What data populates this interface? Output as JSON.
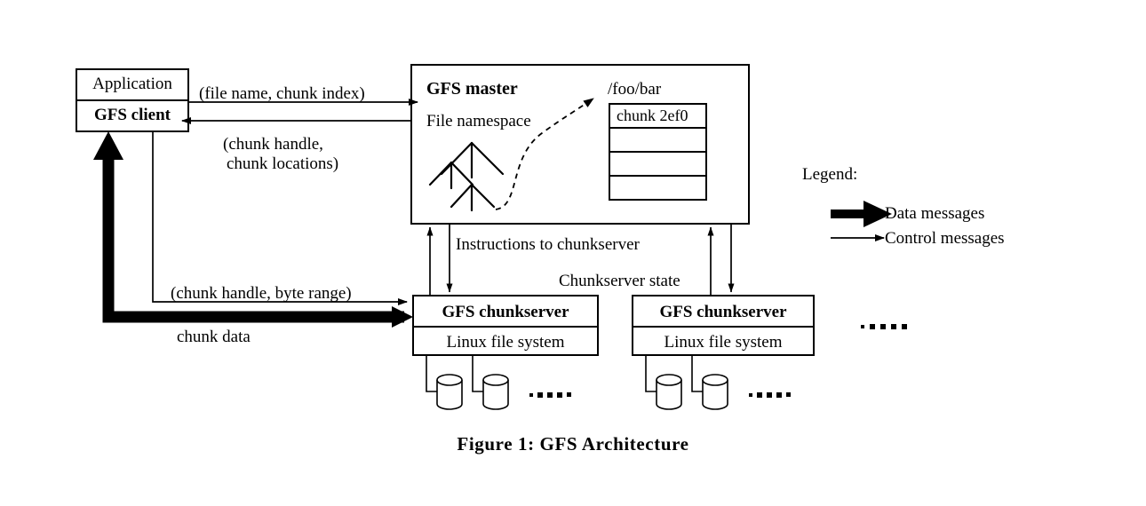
{
  "figure": {
    "caption": "Figure 1:  GFS Architecture",
    "background_color": "#ffffff",
    "line_color": "#000000"
  },
  "client_stack": {
    "application_label": "Application",
    "gfs_client_label": "GFS client"
  },
  "master": {
    "title": "GFS master",
    "namespace_label": "File namespace",
    "file_path_label": "/foo/bar",
    "chunk_table": {
      "rows": [
        "chunk 2ef0",
        "",
        "",
        ""
      ]
    }
  },
  "chunkservers": [
    {
      "title": "GFS chunkserver",
      "subtitle": "Linux file system",
      "disk_count": 2,
      "ellipsis": "....."
    },
    {
      "title": "GFS chunkserver",
      "subtitle": "Linux file system",
      "disk_count": 2,
      "ellipsis": "....."
    }
  ],
  "more_chunkservers_ellipsis": ".....",
  "messages": {
    "file_name_chunk_index": "(file name, chunk index)",
    "chunk_handle_line1": "(chunk handle,",
    "chunk_handle_line2": "chunk locations)",
    "instructions_to_chunkserver": "Instructions to chunkserver",
    "chunkserver_state": "Chunkserver state",
    "chunk_handle_byte_range": "(chunk handle, byte range)",
    "chunk_data": "chunk data"
  },
  "legend": {
    "title": "Legend:",
    "items": [
      {
        "label": "Data messages",
        "style": "thick-arrow"
      },
      {
        "label": "Control messages",
        "style": "thin-arrow"
      }
    ]
  }
}
